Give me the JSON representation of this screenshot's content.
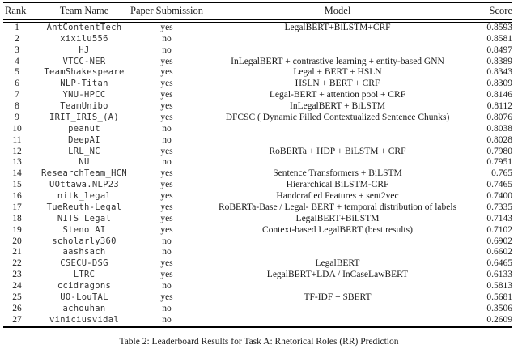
{
  "colors": {
    "text": "#1b1b1b",
    "rule": "#000000",
    "team_text": "#333333",
    "background": "#ffffff"
  },
  "caption": "Table 2: Leaderboard Results for Task A: Rhetorical Roles (RR) Prediction",
  "table": {
    "headers": {
      "rank": "Rank",
      "team": "Team Name",
      "paper": "Paper Submission",
      "model": "Model",
      "score": "Score"
    },
    "rows": [
      {
        "rank": "1",
        "team": "AntContentTech",
        "paper_submission": "yes",
        "model": "LegalBERT+BiLSTM+CRF",
        "score": "0.8593"
      },
      {
        "rank": "2",
        "team": "xixilu556",
        "paper_submission": "no",
        "model": "",
        "score": "0.8581"
      },
      {
        "rank": "3",
        "team": "HJ",
        "paper_submission": "no",
        "model": "",
        "score": "0.8497"
      },
      {
        "rank": "4",
        "team": "VTCC-NER",
        "paper_submission": "yes",
        "model": "InLegalBERT + contrastive learning + entity-based GNN",
        "score": "0.8389"
      },
      {
        "rank": "5",
        "team": "TeamShakespeare",
        "paper_submission": "yes",
        "model": "Legal + BERT + HSLN",
        "score": "0.8343"
      },
      {
        "rank": "6",
        "team": "NLP-Titan",
        "paper_submission": "yes",
        "model": "HSLN + BERT + CRF",
        "score": "0.8309"
      },
      {
        "rank": "7",
        "team": "YNU-HPCC",
        "paper_submission": "yes",
        "model": "Legal-BERT + attention pool + CRF",
        "score": "0.8146"
      },
      {
        "rank": "8",
        "team": "TeamUnibo",
        "paper_submission": "yes",
        "model": "InLegalBERT + BiLSTM",
        "score": "0.8112"
      },
      {
        "rank": "9",
        "team": "IRIT_IRIS_(A)",
        "paper_submission": "yes",
        "model": "DFCSC ( Dynamic Filled Contextualized Sentence Chunks)",
        "score": "0.8076"
      },
      {
        "rank": "10",
        "team": "peanut",
        "paper_submission": "no",
        "model": "",
        "score": "0.8038"
      },
      {
        "rank": "11",
        "team": "DeepAI",
        "paper_submission": "no",
        "model": "",
        "score": "0.8028"
      },
      {
        "rank": "12",
        "team": "LRL_NC",
        "paper_submission": "yes",
        "model": "RoBERTa + HDP + BiLSTM + CRF",
        "score": "0.7980"
      },
      {
        "rank": "13",
        "team": "NU",
        "paper_submission": "no",
        "model": "",
        "score": "0.7951"
      },
      {
        "rank": "14",
        "team": "ResearchTeam_HCN",
        "paper_submission": "yes",
        "model": "Sentence Transformers + BiLSTM",
        "score": "0.765"
      },
      {
        "rank": "15",
        "team": "UOttawa.NLP23",
        "paper_submission": "yes",
        "model": "Hierarchical BiLSTM-CRF",
        "score": "0.7465"
      },
      {
        "rank": "16",
        "team": "nitk_legal",
        "paper_submission": "yes",
        "model": "Handcrafted Features + sent2vec",
        "score": "0.7400"
      },
      {
        "rank": "17",
        "team": "TueReuth-Legal",
        "paper_submission": "yes",
        "model": "RoBERTa-Base / Legal- BERT + temporal distribution of labels",
        "score": "0.7335"
      },
      {
        "rank": "18",
        "team": "NITS_Legal",
        "paper_submission": "yes",
        "model": "LegalBERT+BiLSTM",
        "score": "0.7143"
      },
      {
        "rank": "19",
        "team": "Steno AI",
        "paper_submission": "yes",
        "model": "Context-based LegalBERT (best results)",
        "score": "0.7102"
      },
      {
        "rank": "20",
        "team": "scholarly360",
        "paper_submission": "no",
        "model": "",
        "score": "0.6902"
      },
      {
        "rank": "21",
        "team": "aashsach",
        "paper_submission": "no",
        "model": "",
        "score": "0.6602"
      },
      {
        "rank": "22",
        "team": "CSECU-DSG",
        "paper_submission": "yes",
        "model": "LegalBERT",
        "score": "0.6465"
      },
      {
        "rank": "23",
        "team": "LTRC",
        "paper_submission": "yes",
        "model": "LegalBERT+LDA / InCaseLawBERT",
        "score": "0.6133"
      },
      {
        "rank": "24",
        "team": "ccidragons",
        "paper_submission": "no",
        "model": "",
        "score": "0.5813"
      },
      {
        "rank": "25",
        "team": "UO-LouTAL",
        "paper_submission": "yes",
        "model": "TF-IDF + SBERT",
        "score": "0.5681"
      },
      {
        "rank": "26",
        "team": "achouhan",
        "paper_submission": "no",
        "model": "",
        "score": "0.3506"
      },
      {
        "rank": "27",
        "team": "viniciusvidal",
        "paper_submission": "no",
        "model": "",
        "score": "0.2609"
      }
    ]
  }
}
